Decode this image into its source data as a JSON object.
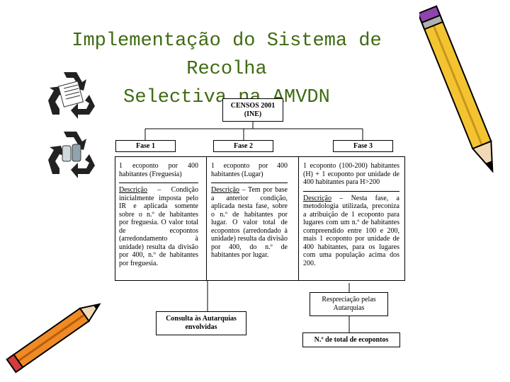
{
  "title_line1": "Implementação do Sistema de Recolha",
  "title_line2": "Selectiva na AMVDN",
  "censos": {
    "line1": "CENSOS 2001",
    "line2": "(INE)"
  },
  "phases": [
    {
      "label": "Fase 1",
      "summary": "1 ecoponto por 400 habitantes (Freguesia)",
      "desc_label": "Descrição",
      "desc_text": " – Condição inicialmente imposta pelo IR e aplicada somente sobre o n.º de habitantes por freguesia. O valor total de ecopontos (arredondamento à unidade) resulta da divisão por 400, n.º de habitantes por freguesia."
    },
    {
      "label": "Fase 2",
      "summary": "1 ecoponto por 400 habitantes (Lugar)",
      "desc_label": "Descrição",
      "desc_text": " – Tem por base a anterior condição, aplicada nesta fase, sobre o n.º de habitantes por lugar. O valor total de ecopontos (arredondado à unidade) resulta da divisão por 400, do n.º de habitantes por lugar."
    },
    {
      "label": "Fase 3",
      "summary": "1 ecoponto (100-200) habitantes (H) + 1 ecoponto por unidade de 400 habitantes para H>200",
      "desc_label": "Descrição",
      "desc_text": " – Nesta fase, a metodologia utilizada, preconiza a atribuição de 1 ecoponto para lugares com um n.º de habitantes compreendido entre 100 e 200, mais 1 ecoponto por unidade de 400 habitantes, para os lugares com uma população acima dos 200."
    }
  ],
  "reappraisal": {
    "line1": "Respreciação pelas",
    "line2": "Autarquias"
  },
  "consultation": {
    "line1": "Consulta às Autarquias",
    "line2": "envolvidas"
  },
  "total": "N.º de total de ecopontos",
  "icons": [
    "recycle-newspaper-icon",
    "recycle-cans-icon",
    "pencil-icon",
    "pencil-icon"
  ]
}
